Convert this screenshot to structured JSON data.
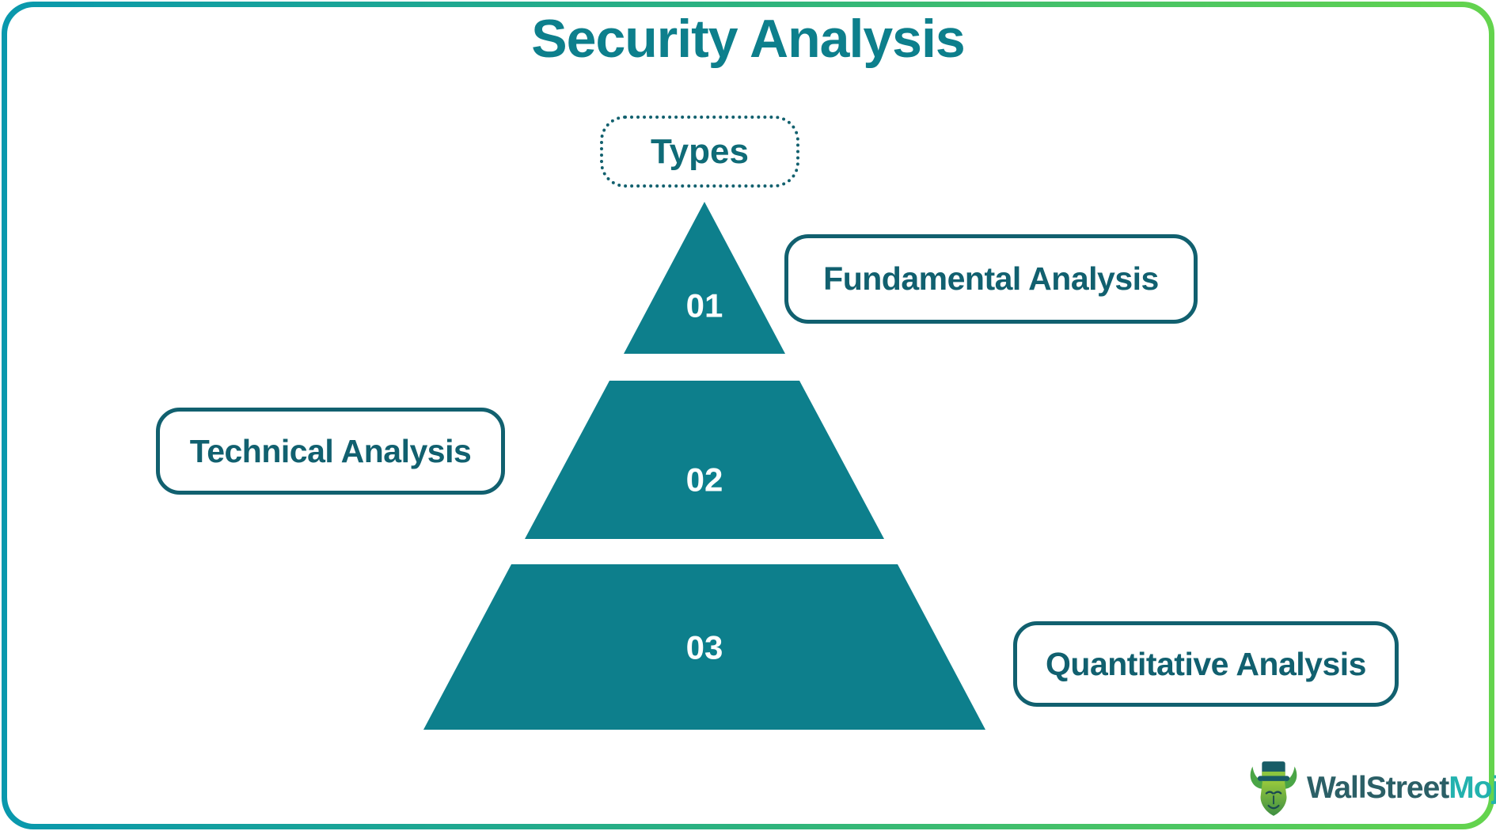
{
  "title": "Security Analysis",
  "types_badge": "Types",
  "pyramid": {
    "levels": [
      {
        "number": "01",
        "label": "Fundamental Analysis",
        "label_side": "right"
      },
      {
        "number": "02",
        "label": "Technical Analysis",
        "label_side": "left"
      },
      {
        "number": "03",
        "label": "Quantitative Analysis",
        "label_side": "right"
      }
    ]
  },
  "logo": {
    "icon": "bull-with-top-hat-icon",
    "part1": "WallStreet",
    "part2": "Mojo"
  },
  "colors": {
    "teal_primary": "#0D7F8C",
    "teal_dark": "#11606F",
    "frame_gradient_left": "#0998AD",
    "frame_gradient_right": "#64D44D",
    "level_number_text": "#FFFFFF",
    "logo_wallstreet": "#2B5F66",
    "logo_mojo": "#23B2AE"
  }
}
